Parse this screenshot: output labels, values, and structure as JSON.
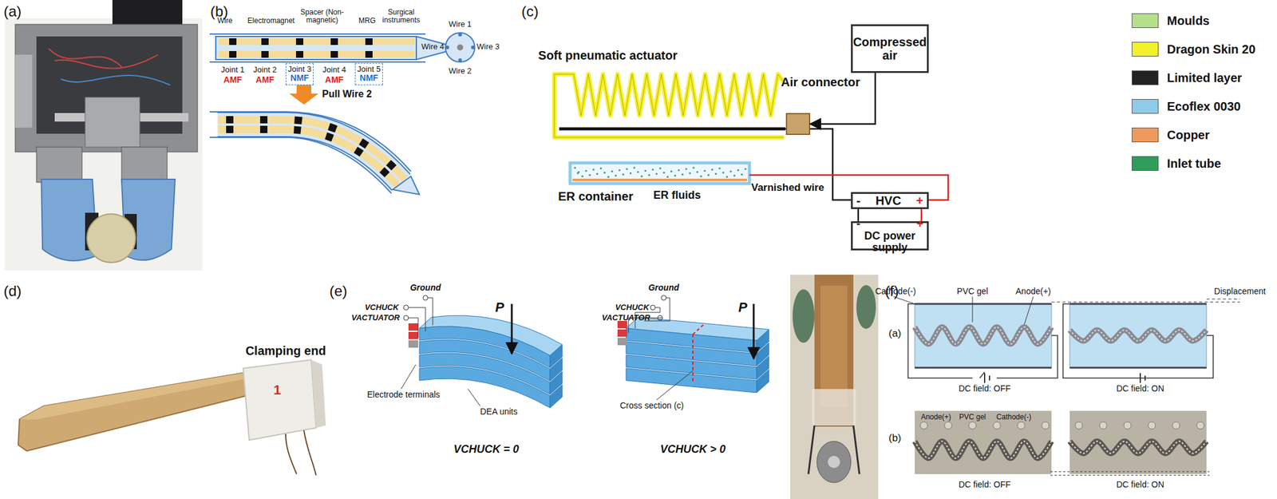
{
  "diagram": {
    "nodes": [
      {
        "text": [
          "Joint 3",
          "NMF"
        ]
      },
      {
        "text": [
          "Joint 5",
          "NMF"
        ]
      },
      {
        "text": [
          "Air connector"
        ]
      },
      {
        "text": [
          "Compressed air"
        ]
      },
      {
        "text": [
          "-",
          "HVC",
          "+"
        ]
      },
      {
        "text": [
          "-",
          "+",
          "DC power supply"
        ]
      }
    ],
    "edges": [
      {
        "from": 3,
        "to": 2,
        "arrow": "to"
      },
      {
        "from": 4,
        "to": 5,
        "arrow": "none"
      },
      {
        "from": 4,
        "to": 5,
        "arrow": "none"
      }
    ],
    "labels": [
      "(a)",
      "(b)",
      "Wire",
      "Electromagnet",
      "Spacer (Non-magnetic)",
      "MRG",
      "Surgical instruments",
      "Wire 1",
      "Wire 4",
      "Wire 3",
      "Wire 2",
      "Joint 1",
      "AMF",
      "Joint 2",
      "AMF",
      "Joint 4",
      "AMF",
      "Pull Wire 2",
      "(c)",
      "Soft pneumatic actuator",
      "ER container",
      "ER fluids",
      "Varnished wire",
      "(d)",
      "1",
      "Clamping end",
      "(e)",
      "Ground",
      "VCHUCK",
      "VACTUATOR",
      "P",
      "Electrode terminals",
      "DEA units",
      "VCHUCK = 0",
      "Ground",
      "VCHUCK",
      "VACTUATOR",
      "P",
      "Cross section (c)",
      "VCHUCK > 0",
      "(f)",
      "Cathode(-)",
      "PVC gel",
      "Anode(+)",
      "Displacement",
      "(a)",
      "DC field: OFF",
      "DC field: ON",
      "(b)",
      "Anode(+)",
      "PVC gel",
      "Cathode(-)",
      "DC field: OFF",
      "DC field: ON"
    ],
    "legend": [
      {
        "text": "Moulds",
        "color": "#b4e08c"
      },
      {
        "text": "Dragon Skin 20",
        "color": "#f4f02a"
      },
      {
        "text": "Limited layer",
        "color": "#222222"
      },
      {
        "text": "Ecoflex 0030",
        "color": "#8ecbe8"
      },
      {
        "text": "Copper",
        "color": "#ee9a5c"
      },
      {
        "text": "Inlet tube",
        "color": "#2e9e5a"
      }
    ]
  }
}
